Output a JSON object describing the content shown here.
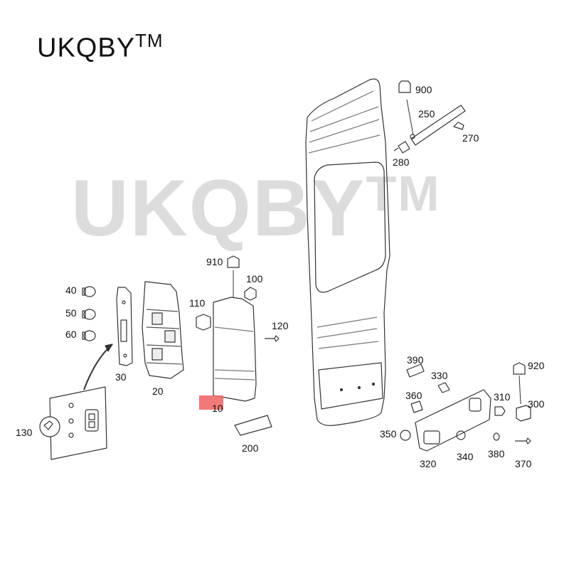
{
  "brand": {
    "name": "UKQBY",
    "tm": "TM"
  },
  "watermark": {
    "text": "UKQBY",
    "tm": "TM"
  },
  "highlight_color": "#f06a6a",
  "part_numbers": {
    "p10": "10",
    "p20": "20",
    "p30": "30",
    "p40": "40",
    "p50": "50",
    "p60": "60",
    "p100": "100",
    "p110": "110",
    "p120": "120",
    "p130": "130",
    "p200": "200",
    "p250": "250",
    "p270": "270",
    "p280": "280",
    "p300": "300",
    "p310": "310",
    "p320": "320",
    "p330": "330",
    "p340": "340",
    "p350": "350",
    "p360": "360",
    "p370": "370",
    "p380": "380",
    "p390": "390",
    "p900": "900",
    "p910": "910",
    "p920": "920"
  }
}
